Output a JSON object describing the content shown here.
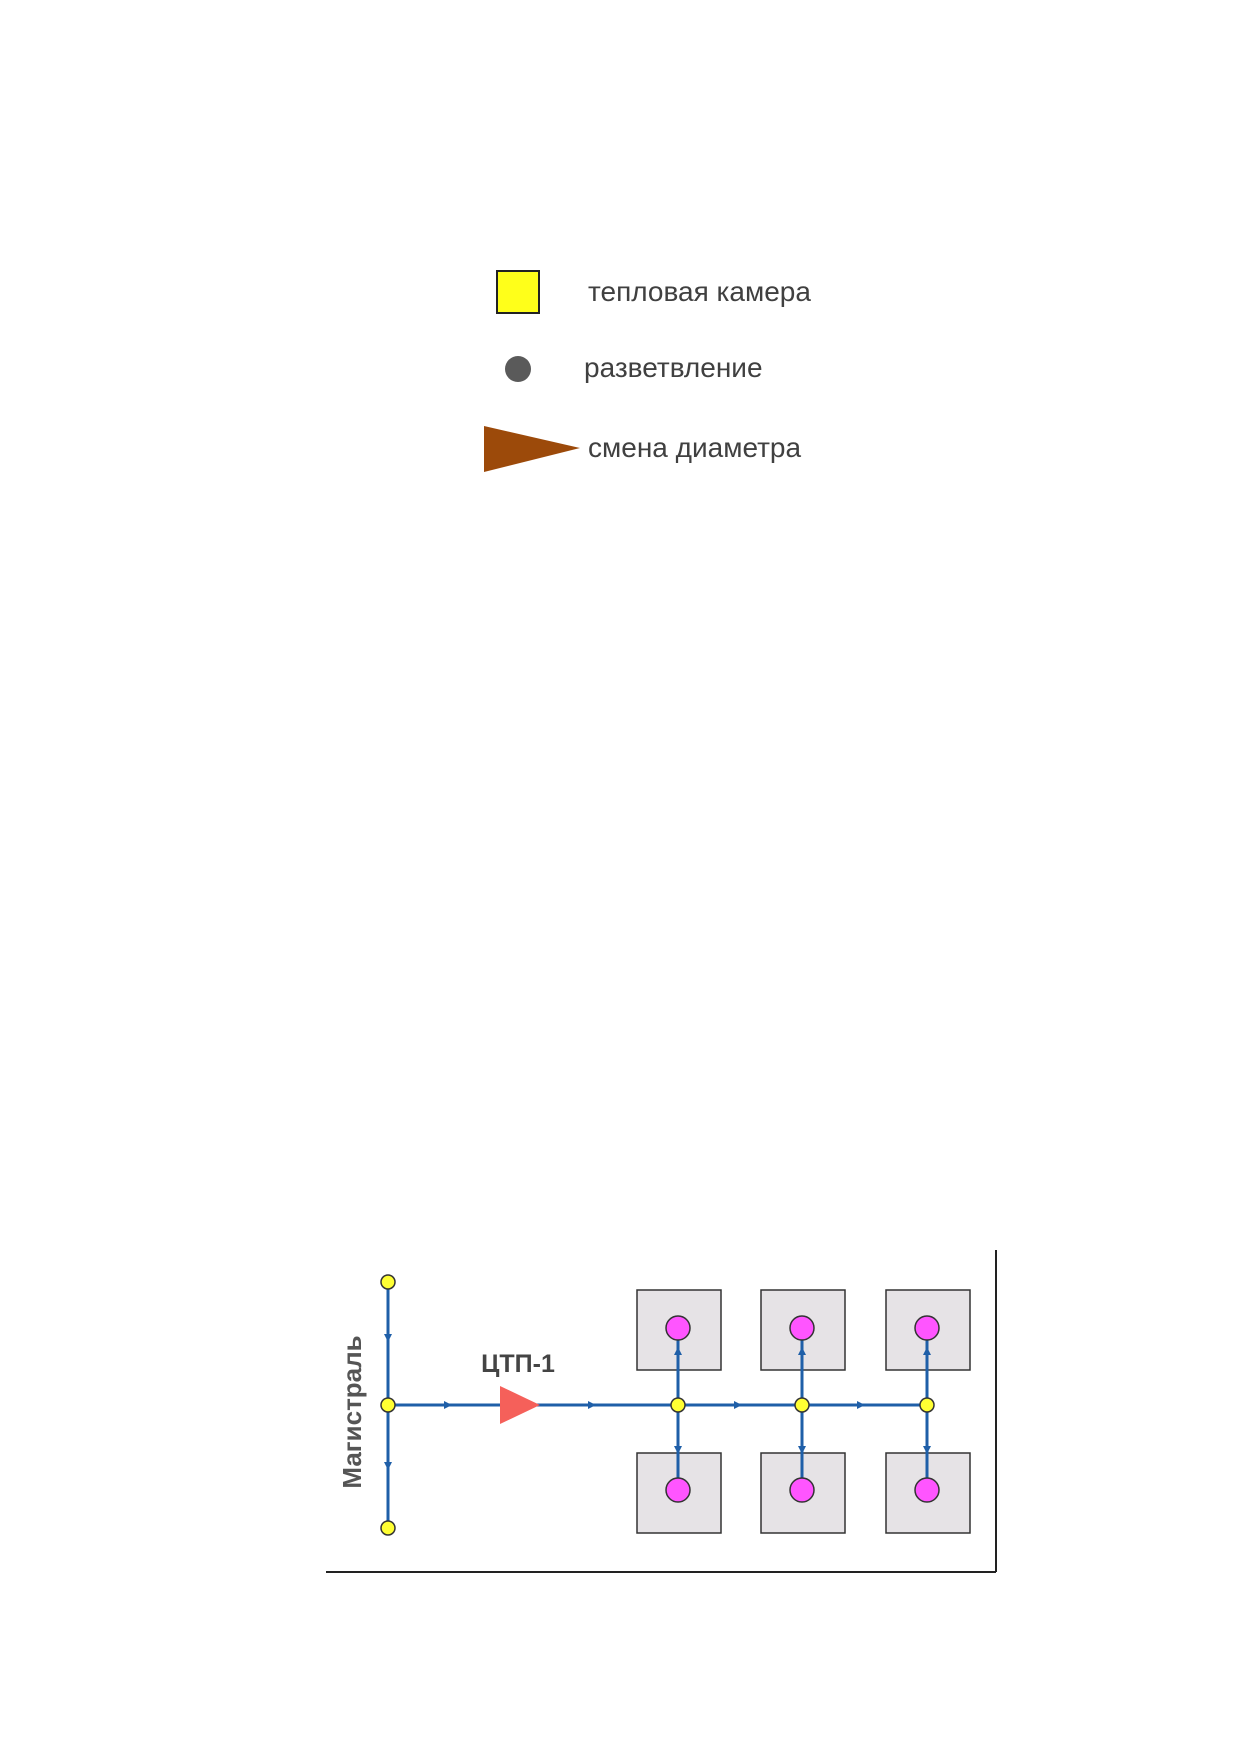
{
  "legend": {
    "items": [
      {
        "label": "тепловая камера",
        "icon": "yellow-square-icon",
        "color": "#ffff1a"
      },
      {
        "label": "разветвление",
        "icon": "gray-circle-icon",
        "color": "#5a5a5a"
      },
      {
        "label": "смена диаметра",
        "icon": "brown-triangle-icon",
        "color": "#9c4a0a"
      }
    ]
  },
  "scheme": {
    "main_line_label": "Магистраль",
    "station_label": "ЦТП-1",
    "colors": {
      "pipe": "#1f5fa8",
      "node": "#ffff33",
      "consumer": "#ff55ff",
      "building": "#e6e3e6",
      "station": "#f5605a"
    }
  }
}
